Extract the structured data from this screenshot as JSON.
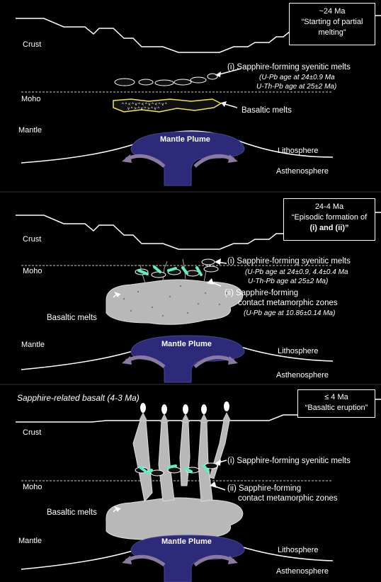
{
  "panel1": {
    "box_line1": "~24 Ma",
    "box_line2": "“Starting of partial",
    "box_line3": "melting”",
    "crust": "Crust",
    "moho": "Moho",
    "mantle": "Mantle",
    "plume": "Mantle Plume",
    "lithosphere": "Lithosphere",
    "asthenosphere": "Asthenosphere",
    "melts_title": "(i) Sapphire-forming syenitic melts",
    "age1": "(U-Pb age at 24±0.9 Ma",
    "age2": "U-Th-Pb age at 25±2 Ma)",
    "basaltic": "Basaltic melts"
  },
  "panel2": {
    "box_line1": "24-4 Ma",
    "box_line2": "“Episodic formation of",
    "box_line3": "(i) and (ii)”",
    "crust": "Crust",
    "moho": "Moho",
    "mantle": "Mantle",
    "plume": "Mantle Plume",
    "lithosphere": "Lithosphere",
    "asthenosphere": "Asthenosphere",
    "melts_title": "(i) Sapphire-forming syenitic melts",
    "age1": "(U-Pb age at 24±0.9, 4.4±0.4 Ma",
    "age2": "U-Th-Pb age at 25±2 Ma)",
    "contact1": "(ii) Sapphire-forming",
    "contact2": "contact metamorphic zones",
    "contact_age": "(U-Pb age at 10.86±0.14 Ma)",
    "basaltic": "Basaltic melts"
  },
  "panel3": {
    "title": "Sapphire-related basalt (4-3 Ma)",
    "box_line1": "≤ 4 Ma",
    "box_line2": "“Basaltic eruption”",
    "crust": "Crust",
    "moho": "Moho",
    "mantle": "Mantle",
    "plume": "Mantle Plume",
    "lithosphere": "Lithosphere",
    "asthenosphere": "Asthenosphere",
    "melts_title": "(i) Sapphire-forming syenitic melts",
    "contact1": "(ii) Sapphire-forming",
    "contact2": "contact metamorphic zones",
    "basaltic": "Basaltic melts"
  },
  "colors": {
    "plume": "#2d2a7a",
    "basalt": "#b8b8b8",
    "syenite": "#5cf0c8",
    "basaltic_outline": "#f2e64a",
    "arrow": "#8a7aa0"
  }
}
